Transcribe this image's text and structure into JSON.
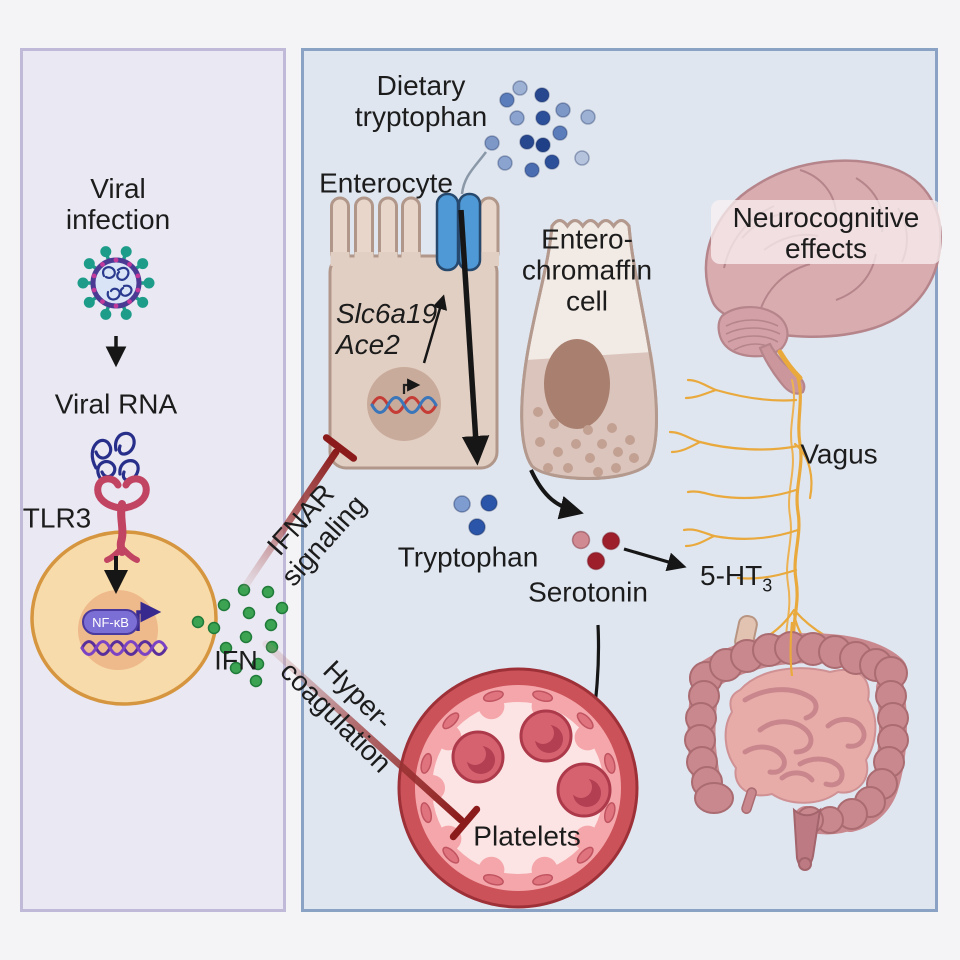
{
  "left_panel": {
    "viral_infection": "Viral\ninfection",
    "viral_rna": "Viral RNA",
    "tlr3": "TLR3",
    "nfkb": "NF-κB",
    "ifn": "IFN"
  },
  "inhibitors": {
    "ifnar": "IFNAR\nsignaling",
    "hyper": "Hyper-\ncoagulation"
  },
  "right_panel": {
    "dietary": "Dietary\ntryptophan",
    "enterocyte": "Enterocyte",
    "genes": "Slc6a19\nAce2",
    "ec_cell": "Entero-\nchromaffin\ncell",
    "tryptophan": "Tryptophan",
    "serotonin": "Serotonin",
    "five_ht_base": "5-HT",
    "five_ht_sub": "3",
    "vagus": "Vagus",
    "neuro": "Neurocognitive\neffects",
    "platelets": "Platelets"
  },
  "colors": {
    "left_panel_bg": "#eae8f2",
    "left_panel_border": "#c0bad8",
    "right_panel_bg": "#dfe6f0",
    "right_panel_border": "#8aa2c4",
    "inhibition_red": "#8b1b1b",
    "ifn_green": "#3ba352",
    "tryptophan_blue": "#2a55a8",
    "serotonin_red": "#9e1f2c",
    "vagus_yellow": "#e9a93d",
    "host_cell_tan": "#f8dbaa",
    "enterocyte_tan": "#e2cfc3",
    "transporter_blue": "#4f9ad6",
    "vessel_red": "#ca5258",
    "brain_pink": "#d9adb0"
  }
}
